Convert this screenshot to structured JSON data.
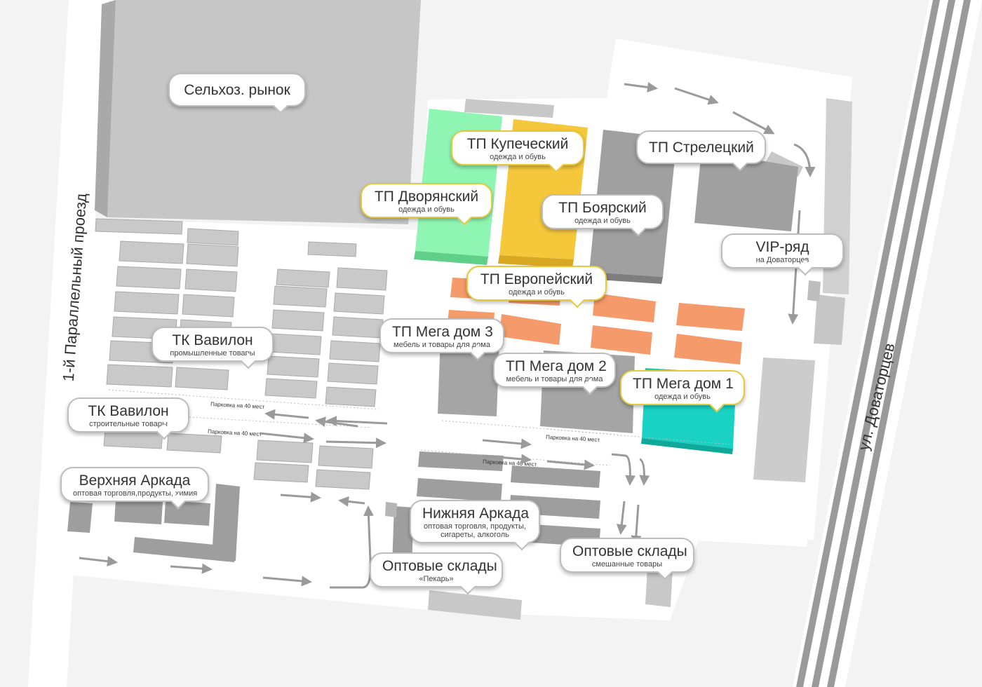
{
  "colors": {
    "background": "#f3f3f3",
    "lot": "#ffffff",
    "building_gray": "#c8c8c8",
    "building_dark": "#9e9e9e",
    "green": "#8ff5b3",
    "yellow": "#f5c83c",
    "orange": "#f59a6a",
    "teal": "#19d2c3",
    "road": "#a8a8a8",
    "callout_border_default": "#bdbdbd",
    "callout_border_highlight": "#e6c83c"
  },
  "streets": {
    "west": "1-й Параллельный проезд",
    "east": "ул. Доваторцев"
  },
  "parking": {
    "p1": "Парковка на 40 мест",
    "p2": "Парковка на 40 мест",
    "p3": "Парковка на 40 мест",
    "p4": "Парковка на 40 мест"
  },
  "callouts": {
    "selkhoz": {
      "title": "Сельхоз. рынок"
    },
    "kupechesky": {
      "title": "ТП Купеческий",
      "sub": "одежда и обувь"
    },
    "dvoryansky": {
      "title": "ТП Дворянский",
      "sub": "одежда и обувь"
    },
    "streletsky": {
      "title": "ТП Стрелецкий"
    },
    "boyarsky": {
      "title": "ТП Боярский",
      "sub": "одежда и обувь"
    },
    "vip": {
      "title": "VIP-ряд",
      "sub": "на Доваторцев"
    },
    "evropeysky": {
      "title": "ТП Европейский",
      "sub": "одежда и обувь"
    },
    "megadom3": {
      "title": "ТП Мега дом 3",
      "sub": "мебель и товары для дома"
    },
    "megadom2": {
      "title": "ТП Мега дом 2",
      "sub": "мебель и товары для дома"
    },
    "megadom1": {
      "title": "ТП Мега дом 1",
      "sub": "одежда и обувь"
    },
    "vavilon1": {
      "title": "ТК Вавилон",
      "sub": "промышленные товары"
    },
    "vavilon2": {
      "title": "ТК Вавилон",
      "sub": "строительные товары"
    },
    "verkhnyaya": {
      "title": "Верхняя Аркада",
      "sub": "оптовая торговля,продукты, химия"
    },
    "nizhnyaya": {
      "title": "Нижняя Аркада",
      "sub": "оптовая торговля, продукты, сигареты, алкоголь"
    },
    "optovye_pekar": {
      "title": "Оптовые склады",
      "sub": "«Пекарь»"
    },
    "optovye_mixed": {
      "title": "Оптовые склады",
      "sub": "смешанные товары"
    }
  }
}
